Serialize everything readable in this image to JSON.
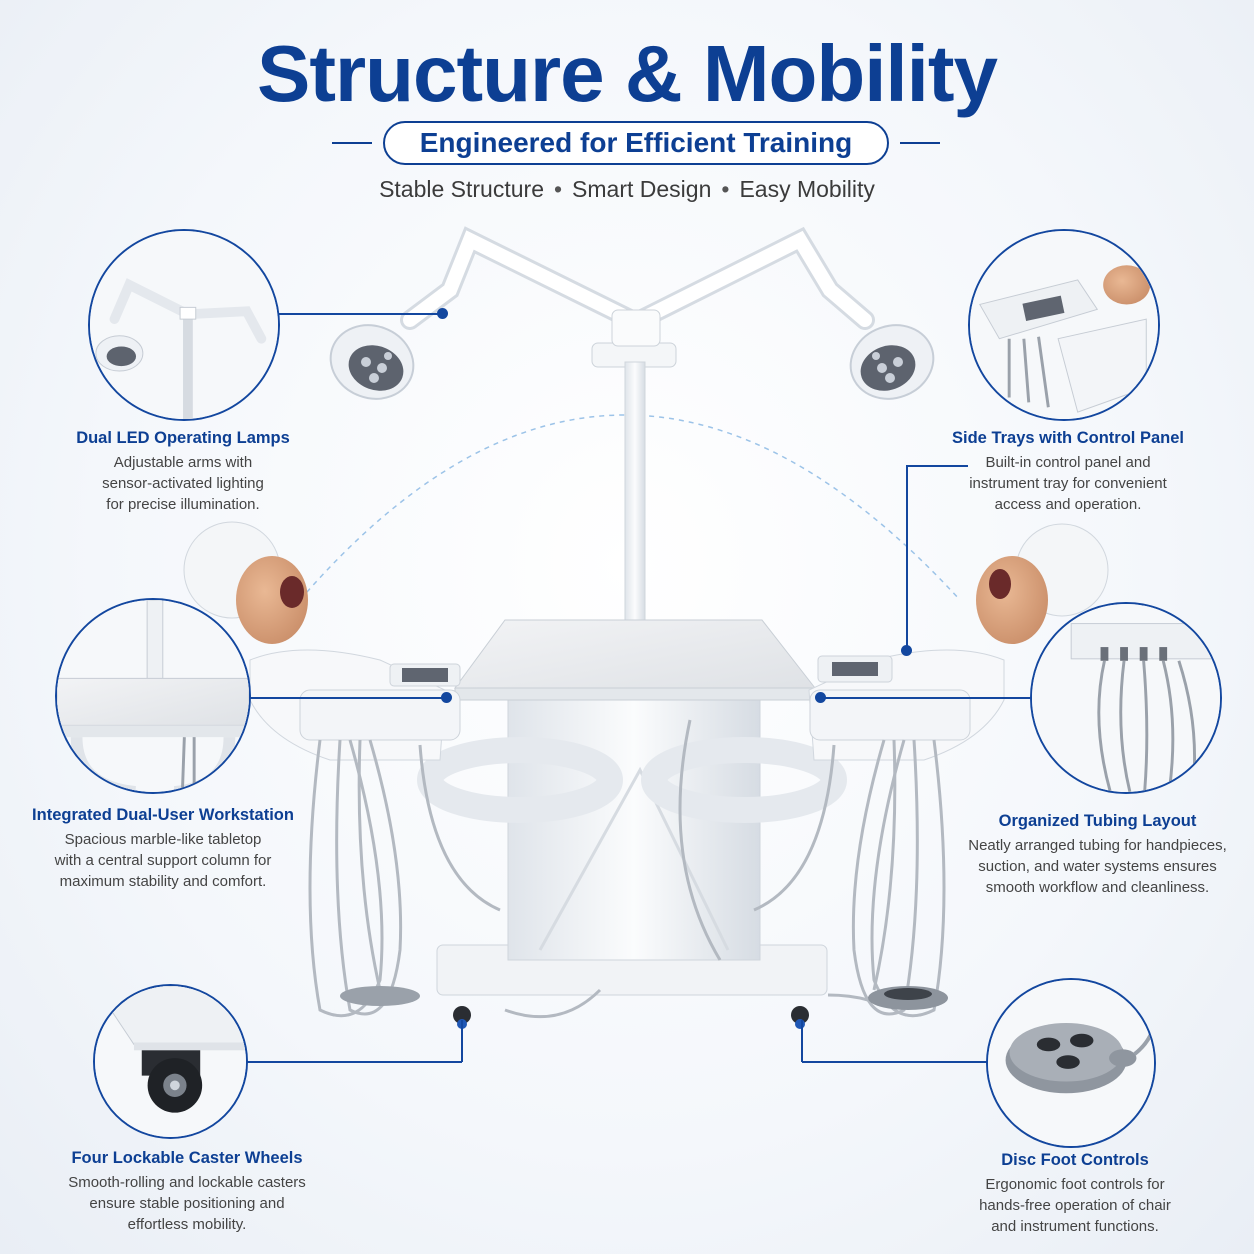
{
  "header": {
    "title": "Structure & Mobility",
    "subtitle": "Engineered for Efficient Training",
    "tagline_items": [
      "Stable Structure",
      "Smart Design",
      "Easy Mobility"
    ],
    "separator": "•"
  },
  "features": {
    "lamps": {
      "title": "Dual LED Operating Lamps",
      "desc": [
        "Adjustable arms with",
        "sensor-activated lighting",
        "for precise illumination."
      ],
      "icon": "led-lamp-closeup"
    },
    "side_trays": {
      "title": "Side Trays with Control Panel",
      "desc": [
        "Built-in control panel and",
        "instrument tray for convenient",
        "access and operation."
      ],
      "icon": "side-tray-closeup"
    },
    "workstation": {
      "title": "Integrated Dual-User Workstation",
      "desc": [
        "Spacious marble-like tabletop",
        "with a central support column for",
        "maximum stability and comfort."
      ],
      "icon": "tabletop-closeup"
    },
    "tubing": {
      "title": "Organized Tubing Layout",
      "desc": [
        "Neatly arranged tubing for handpieces,",
        "suction, and water systems ensures",
        "smooth workflow and cleanliness."
      ],
      "icon": "tubing-closeup"
    },
    "casters": {
      "title": "Four Lockable Caster Wheels",
      "desc": [
        "Smooth-rolling and lockable casters",
        "ensure stable positioning and",
        "effortless mobility."
      ],
      "icon": "caster-wheel-closeup"
    },
    "foot_controls": {
      "title": "Disc Foot Controls",
      "desc": [
        "Ergonomic foot controls for",
        "hands-free operation of chair",
        "and instrument functions."
      ],
      "icon": "foot-control-closeup"
    }
  },
  "colors": {
    "brand_blue": "#0d3f93",
    "line_blue": "#13479f",
    "unit_white": "#f3f5f8",
    "skin": "#d9a27e"
  }
}
